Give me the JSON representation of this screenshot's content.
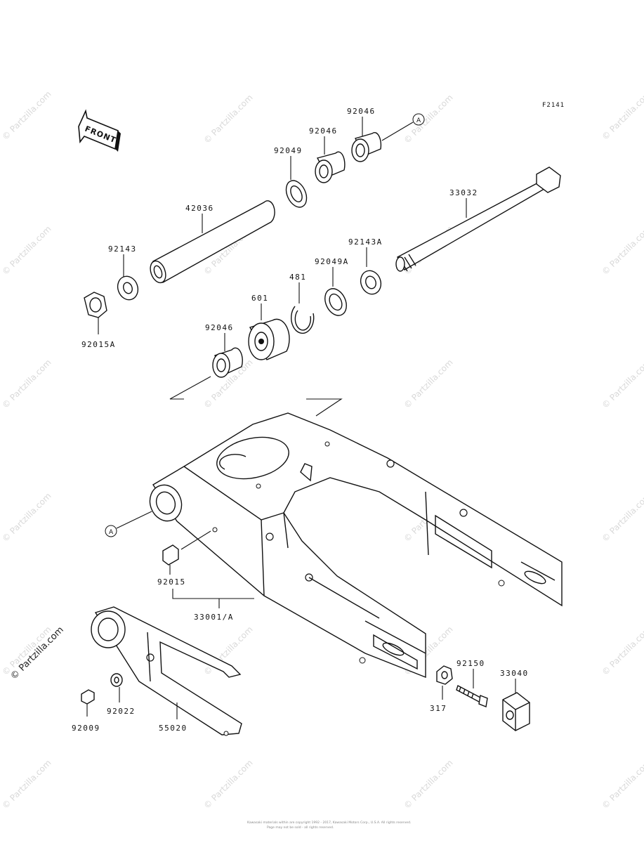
{
  "diagram_code": "F2141",
  "front_label": "FRONT",
  "callout_letter": "A",
  "watermark": "© Partzilla.com",
  "copyright_line1": "Kawasaki materials within are copyright 1992 - 2017, Kawasaki Motors Corp., U.S.A. All rights reserved.",
  "copyright_line2": "Page may not be sold - all rights reserved.",
  "parts": {
    "p92046_top": "92046",
    "p92046_mid": "92046",
    "p92049": "92049",
    "p42036": "42036",
    "p33032": "33032",
    "p92143": "92143",
    "p92143A": "92143A",
    "p92049A": "92049A",
    "p481": "481",
    "p601": "601",
    "p92046_low": "92046",
    "p92015A": "92015A",
    "p92015": "92015",
    "p33001A": "33001/A",
    "p92022": "92022",
    "p92009": "92009",
    "p55020": "55020",
    "p317": "317",
    "p92150": "92150",
    "p33040": "33040"
  }
}
